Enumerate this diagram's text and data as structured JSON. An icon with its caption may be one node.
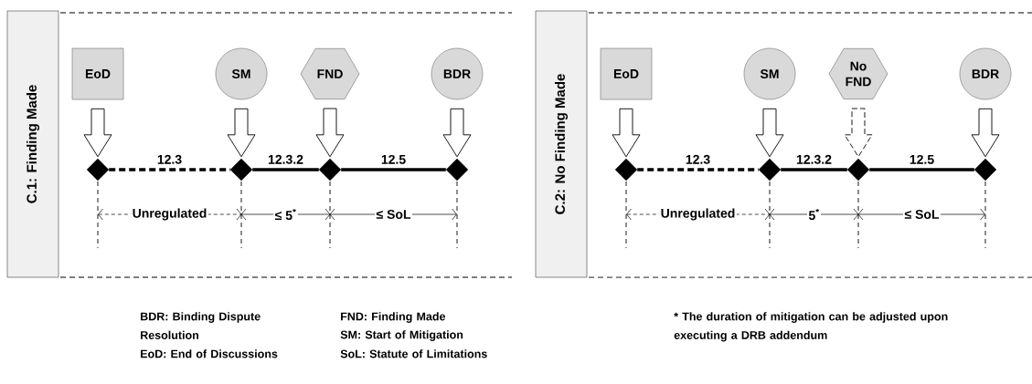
{
  "diagram": {
    "nodes": [
      {
        "text": [
          "C.1: Finding Made"
        ]
      },
      {
        "text": [
          "EoD"
        ]
      },
      {
        "text": [
          "SM"
        ]
      },
      {
        "text": [
          "FND"
        ]
      },
      {
        "text": [
          "BDR"
        ]
      },
      {
        "text": [],
        "shape": "diamond"
      },
      {
        "text": [],
        "shape": "diamond"
      },
      {
        "text": [],
        "shape": "diamond"
      },
      {
        "text": [],
        "shape": "diamond"
      },
      {
        "text": [
          "C.2: No Finding Made"
        ]
      },
      {
        "text": [
          "EoD"
        ]
      },
      {
        "text": [
          "SM"
        ]
      },
      {
        "text": [
          "No FND"
        ]
      },
      {
        "text": [
          "BDR"
        ]
      },
      {
        "text": [],
        "shape": "diamond"
      },
      {
        "text": [],
        "shape": "diamond"
      },
      {
        "text": [],
        "shape": "diamond"
      },
      {
        "text": [],
        "shape": "diamond"
      }
    ],
    "edges": [
      {
        "from": 1,
        "to": 5,
        "arrow": "to"
      },
      {
        "from": 2,
        "to": 6,
        "arrow": "to"
      },
      {
        "from": 3,
        "to": 7,
        "arrow": "to"
      },
      {
        "from": 4,
        "to": 8,
        "arrow": "to"
      },
      {
        "from": 5,
        "to": 6,
        "arrow": "none",
        "label": "12.3",
        "style": "dashed"
      },
      {
        "from": 6,
        "to": 7,
        "arrow": "none",
        "label": "12.3.2"
      },
      {
        "from": 7,
        "to": 8,
        "arrow": "none",
        "label": "12.5"
      },
      {
        "from": 10,
        "to": 14,
        "arrow": "to"
      },
      {
        "from": 11,
        "to": 15,
        "arrow": "to"
      },
      {
        "from": 12,
        "to": 16,
        "arrow": "to",
        "style": "dashed"
      },
      {
        "from": 13,
        "to": 17,
        "arrow": "to"
      },
      {
        "from": 14,
        "to": 15,
        "arrow": "none",
        "label": "12.3",
        "style": "dashed"
      },
      {
        "from": 15,
        "to": 16,
        "arrow": "none",
        "label": "12.3.2"
      },
      {
        "from": 16,
        "to": 17,
        "arrow": "none",
        "label": "12.5"
      }
    ],
    "labels": [
      "Unregulated",
      "≤ 5$^{*}$",
      "≤ SoL",
      "Unregulated",
      "5$^{*}$",
      "≤ SoL",
      "BDR: Binding Dispute Resolution",
      "EoD: End of Discussions",
      "FND: Finding Made",
      "SM: Start of Mitigation",
      "SoL: Statute of Limitations",
      "* The duration of mitigation can be adjusted upon executing a DRB addendum"
    ]
  }
}
